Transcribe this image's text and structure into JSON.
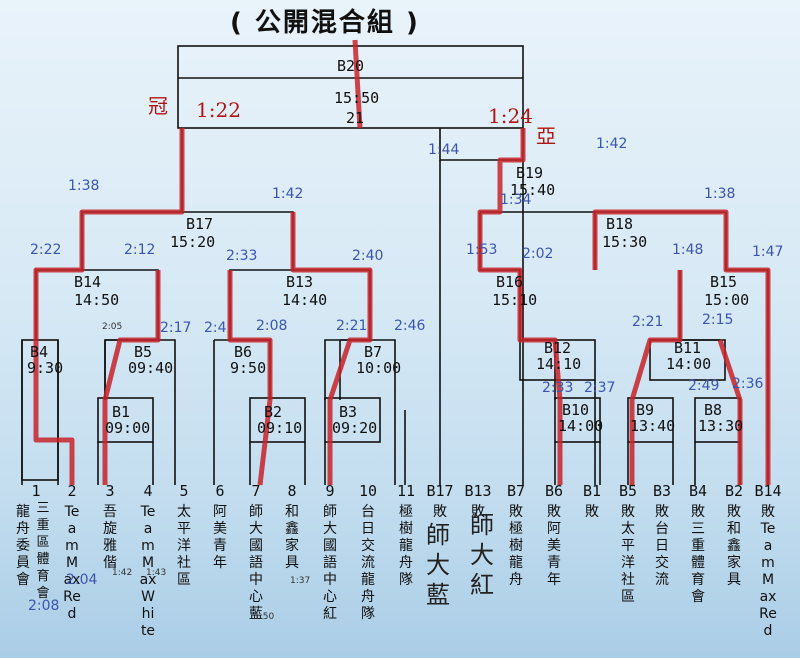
{
  "title": "( 公開混合組 )",
  "matches": {
    "b20": {
      "id": "B20",
      "time": "15:50",
      "extra": "21"
    },
    "b19": {
      "id": "B19",
      "time": "15:40"
    },
    "b17": {
      "id": "B17",
      "time": "15:20"
    },
    "b18": {
      "id": "B18",
      "time": "15:30"
    },
    "b14": {
      "id": "B14",
      "time": "14:50"
    },
    "b13": {
      "id": "B13",
      "time": "14:40"
    },
    "b16": {
      "id": "B16",
      "time": "15:10"
    },
    "b15": {
      "id": "B15",
      "time": "15:00"
    },
    "b4": {
      "id": "B4",
      "time": "9:30"
    },
    "b5": {
      "id": "B5",
      "time": "09:40"
    },
    "b6": {
      "id": "B6",
      "time": "9:50"
    },
    "b7": {
      "id": "B7",
      "time": "10:00"
    },
    "b12": {
      "id": "B12",
      "time": "14:10"
    },
    "b11": {
      "id": "B11",
      "time": "14:00"
    },
    "b1": {
      "id": "B1",
      "time": "09:00"
    },
    "b2": {
      "id": "B2",
      "time": "09:10"
    },
    "b3": {
      "id": "B3",
      "time": "09:20"
    },
    "b10": {
      "id": "B10",
      "time": "14:00"
    },
    "b9": {
      "id": "B9",
      "time": "13:40"
    },
    "b8": {
      "id": "B8",
      "time": "13:30"
    }
  },
  "seeds": [
    "1",
    "2",
    "3",
    "4",
    "5",
    "6",
    "7",
    "8",
    "9",
    "10",
    "11",
    "B17",
    "B13",
    "B7",
    "B6",
    "B1",
    "B5",
    "B3",
    "B4",
    "B2",
    "B14"
  ],
  "teams": [
    "龍舟委員會",
    "Team Max Red",
    "吾旋雅偕",
    "Team Max White",
    "太平洋社區",
    "阿美青年",
    "師大國語中心藍",
    "和鑫家具",
    "師大國語中心紅",
    "台日交流龍舟隊",
    "極樹龍舟隊",
    "敗",
    "敗",
    "敗極樹龍舟",
    "敗阿美青年",
    "敗",
    "敗太平洋社區",
    "敗台日交流",
    "敗三重體育會",
    "敗和鑫家具",
    "敗 Team Max Red"
  ],
  "team1_sub": "三重區體育會",
  "handwritten": {
    "b17": "師大藍",
    "b13": "師大紅"
  },
  "marks": {
    "left_char": "冠",
    "left_time": "1:22",
    "right_time": "1:24",
    "right_char": "亞",
    "mid_time": "1:44",
    "b19_time": "1:42",
    "b19_sub": "1:34",
    "b17_left": "1:38",
    "b17_right": "1:42",
    "b18_right": "1:38",
    "b14_left": "2:22",
    "b14_right": "2:12",
    "b13_left": "2:33",
    "b13_right": "2:40",
    "b16_left": "1:53",
    "b16_right": "2:02",
    "b15_left": "1:48",
    "b15_right": "1:47",
    "b5_left": "2:05",
    "b5_right": "2:17",
    "b6_left": "2:4",
    "b6_right": "2:08",
    "b7_left": "2:21",
    "b7_right": "2:46",
    "b11_left": "2:21",
    "b11_right": "2:15",
    "b10_left": "2:33",
    "b10_right": "2:37",
    "b8_left": "2:49",
    "b8_right": "2:36",
    "t2_time": "2:04",
    "t1_time": "2:08",
    "t3_time": "1:42",
    "t4_time": "1:43",
    "t8_time": "1:37",
    "t7_time": "1:50"
  },
  "colors": {
    "bracket": "#111111",
    "winner": "#c7242a",
    "board": "#d7e9f5"
  }
}
